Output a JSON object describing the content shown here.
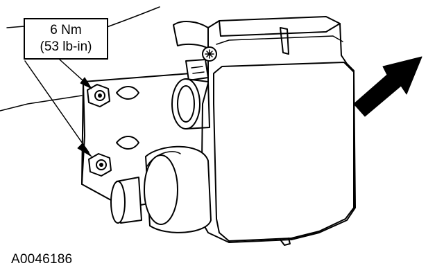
{
  "callout": {
    "torque_nm": "6 Nm",
    "torque_lbin": "(53 lb-in)"
  },
  "figure_id": "A0046186",
  "colors": {
    "ink": "#000000",
    "paper": "#ffffff"
  },
  "icons": [
    "bolt-icon",
    "direction-arrow-icon"
  ]
}
